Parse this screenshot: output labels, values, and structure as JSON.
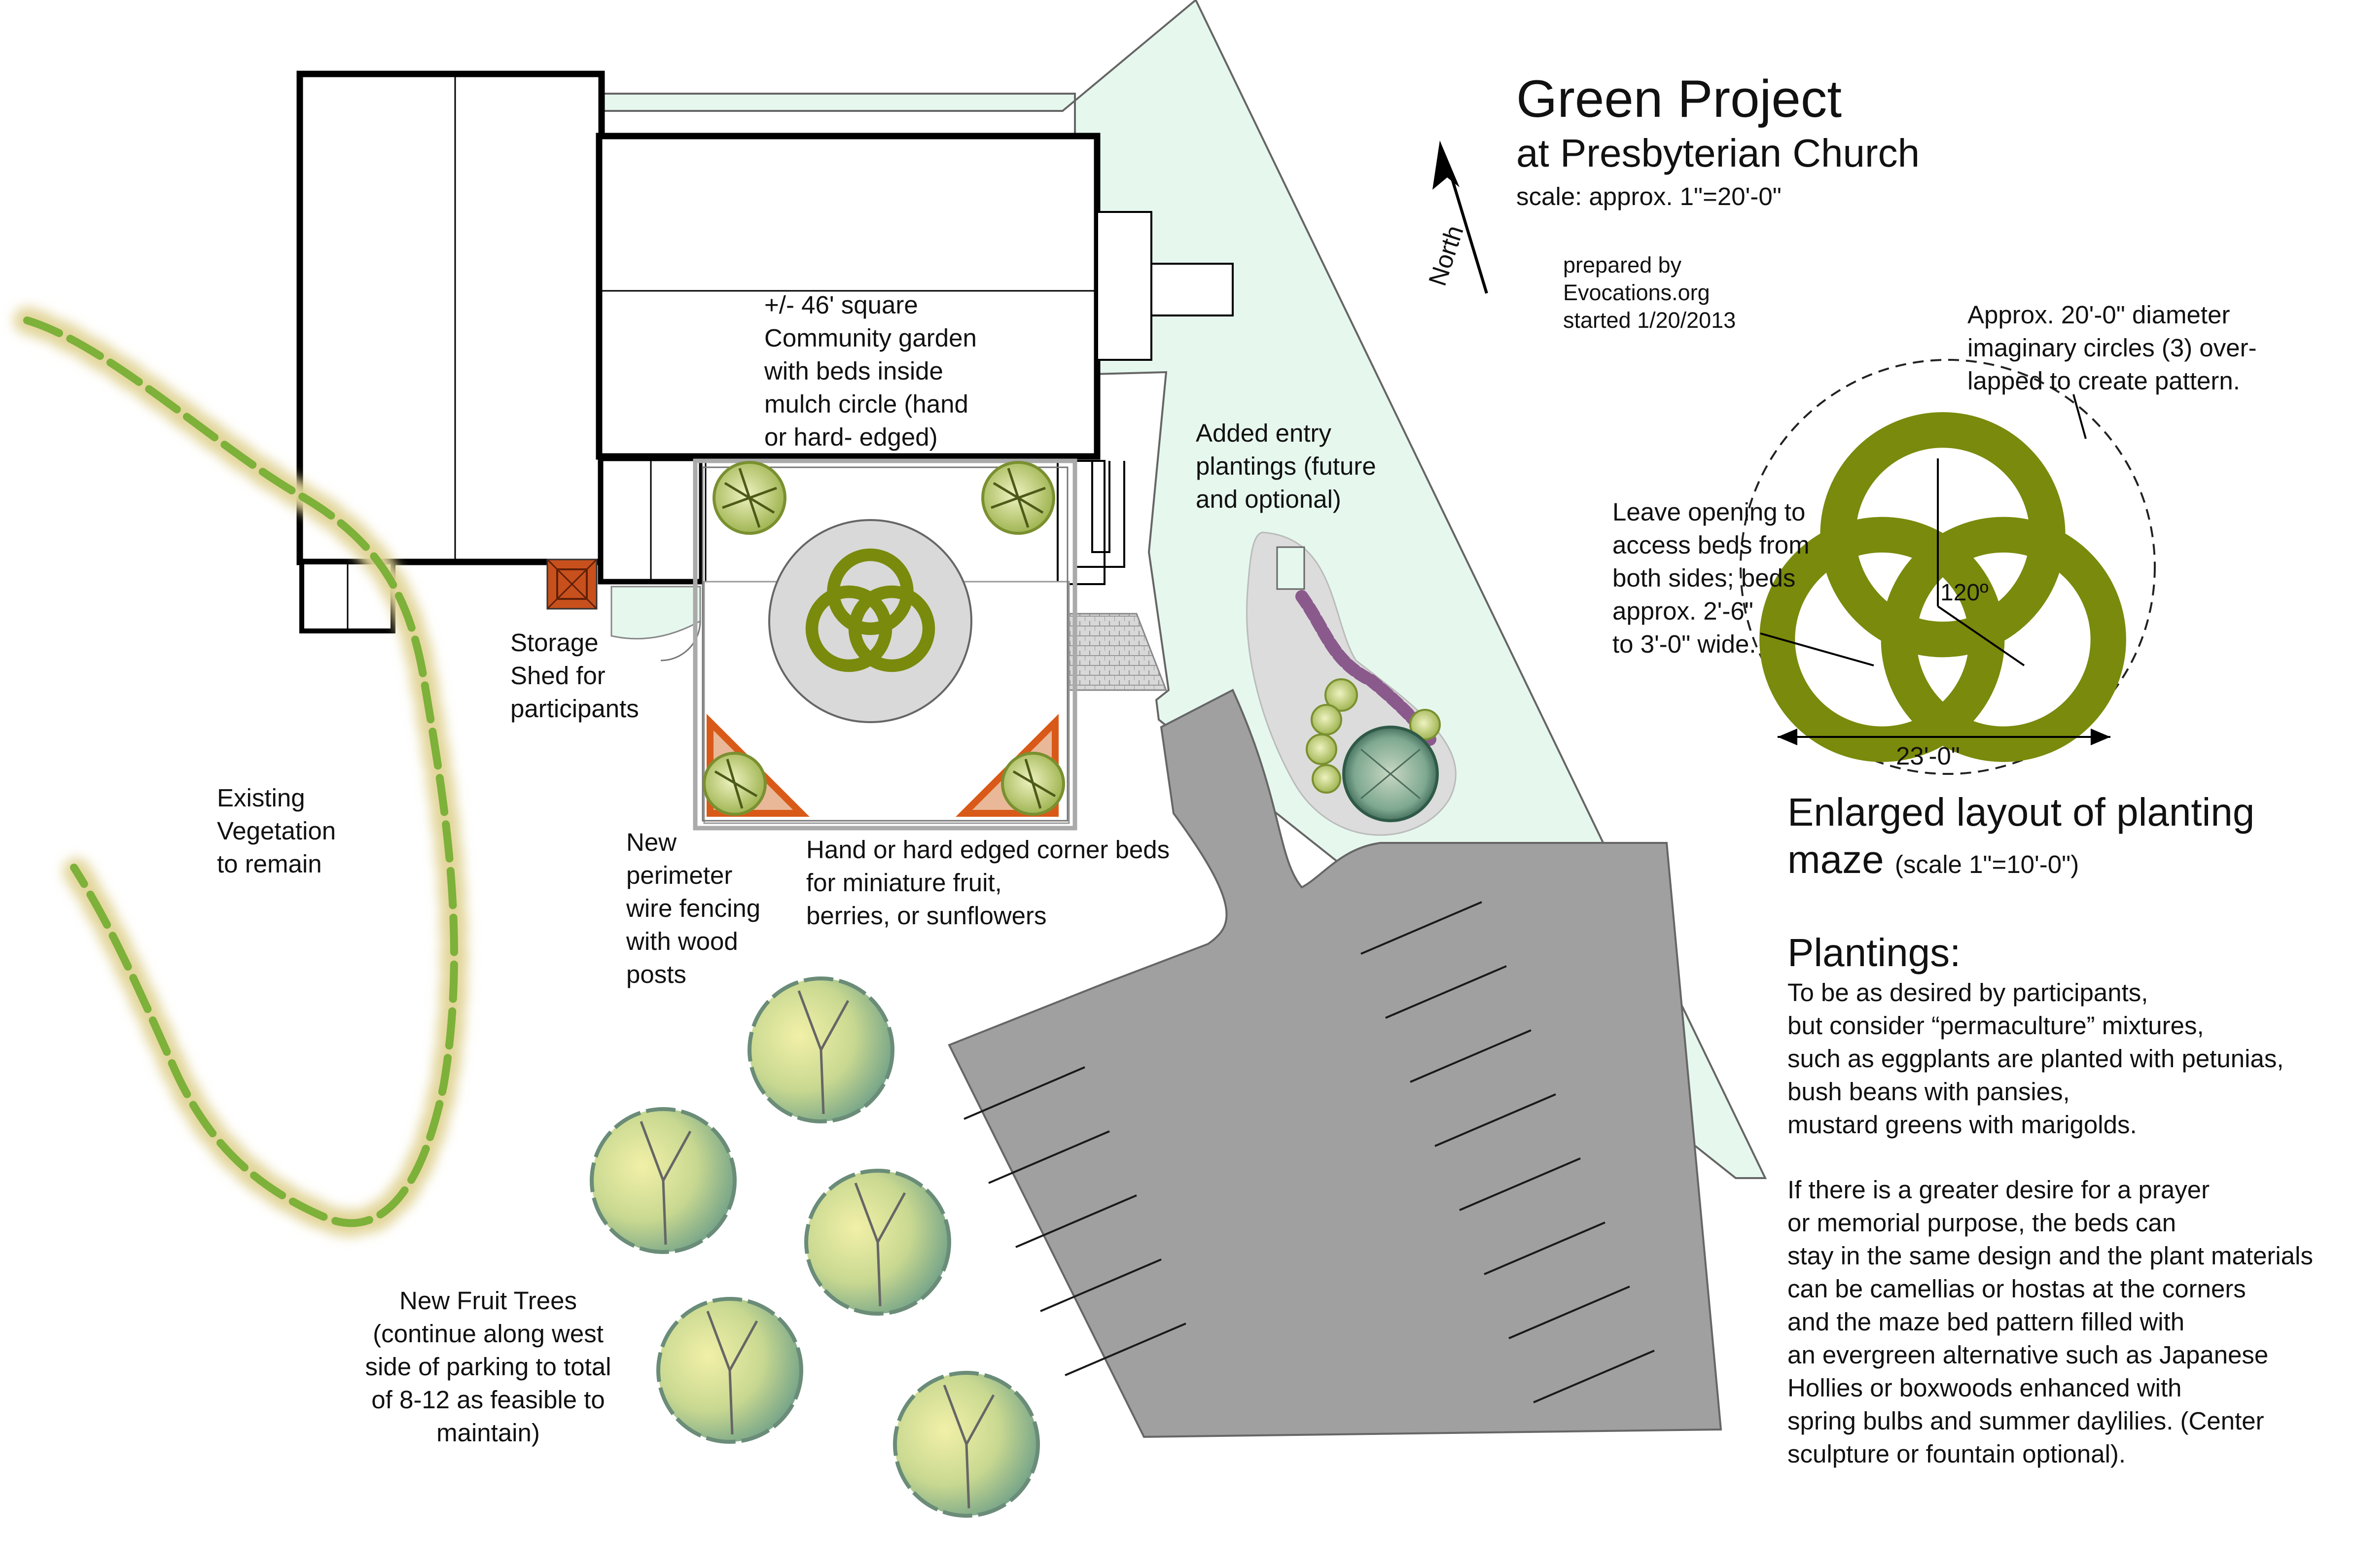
{
  "title": "Green Project",
  "subtitle": "at Presbyterian Church",
  "scale": "scale: approx. 1\"=20'-0\"",
  "north": "North",
  "prepared": "prepared by\nEvocations.org\nstarted 1/20/2013",
  "labels": {
    "garden": "+/- 46' square\nCommunity garden\nwith beds inside\nmulch circle (hand\nor hard- edged)",
    "entry": "Added entry\nplantings (future\nand optional)",
    "shed": "Storage\nShed for\nparticipants",
    "vegetation": "Existing\nVegetation\nto remain",
    "fencing": "New\nperimeter\nwire fencing\nwith wood\nposts",
    "corner_beds": "Hand or hard edged corner beds\nfor miniature fruit,\nberries, or sunflowers",
    "fruit_trees": "New Fruit Trees\n(continue along west\nside of parking to total\nof 8-12 as feasible to\nmaintain)"
  },
  "maze": {
    "circles_note": "Approx. 20'-0\" diameter\nimaginary circles (3) over-\nlapped to create pattern.",
    "opening_note": "Leave opening to\naccess beds from\nboth sides; beds\napprox. 2'-6\"\nto 3'-0\" wide.",
    "angle": "120º",
    "width": "23'-0\"",
    "heading": "Enlarged layout of planting\nmaze",
    "heading_scale": "(scale 1\"=10'-0\")"
  },
  "plantings": {
    "heading": "Plantings:",
    "para1": "To be as desired by participants,\nbut consider “permaculture” mixtures,\nsuch as eggplants are planted with petunias,\nbush beans with pansies,\nmustard greens with marigolds.",
    "para2": "If there is a greater desire for a prayer\nor memorial purpose, the beds can\nstay in the same design and the plant materials\ncan be camellias or hostas at the corners\nand the maze bed pattern filled with\nan evergreen alternative such as Japanese\nHollies or boxwoods enhanced with\nspring bulbs and summer daylilies. (Center\nsculpture or fountain optional)."
  },
  "colors": {
    "lawn": "#e6f8ee",
    "maze_green": "#7a8a0c",
    "parking": "#a0a0a0",
    "hedge": "#7db13a",
    "shed": "#c8501c",
    "corner_bed": "#d95a18"
  },
  "icons": [
    "north-arrow-icon",
    "triquetra-icon",
    "fruit-tree-icon",
    "shrub-icon",
    "fountain-icon"
  ]
}
